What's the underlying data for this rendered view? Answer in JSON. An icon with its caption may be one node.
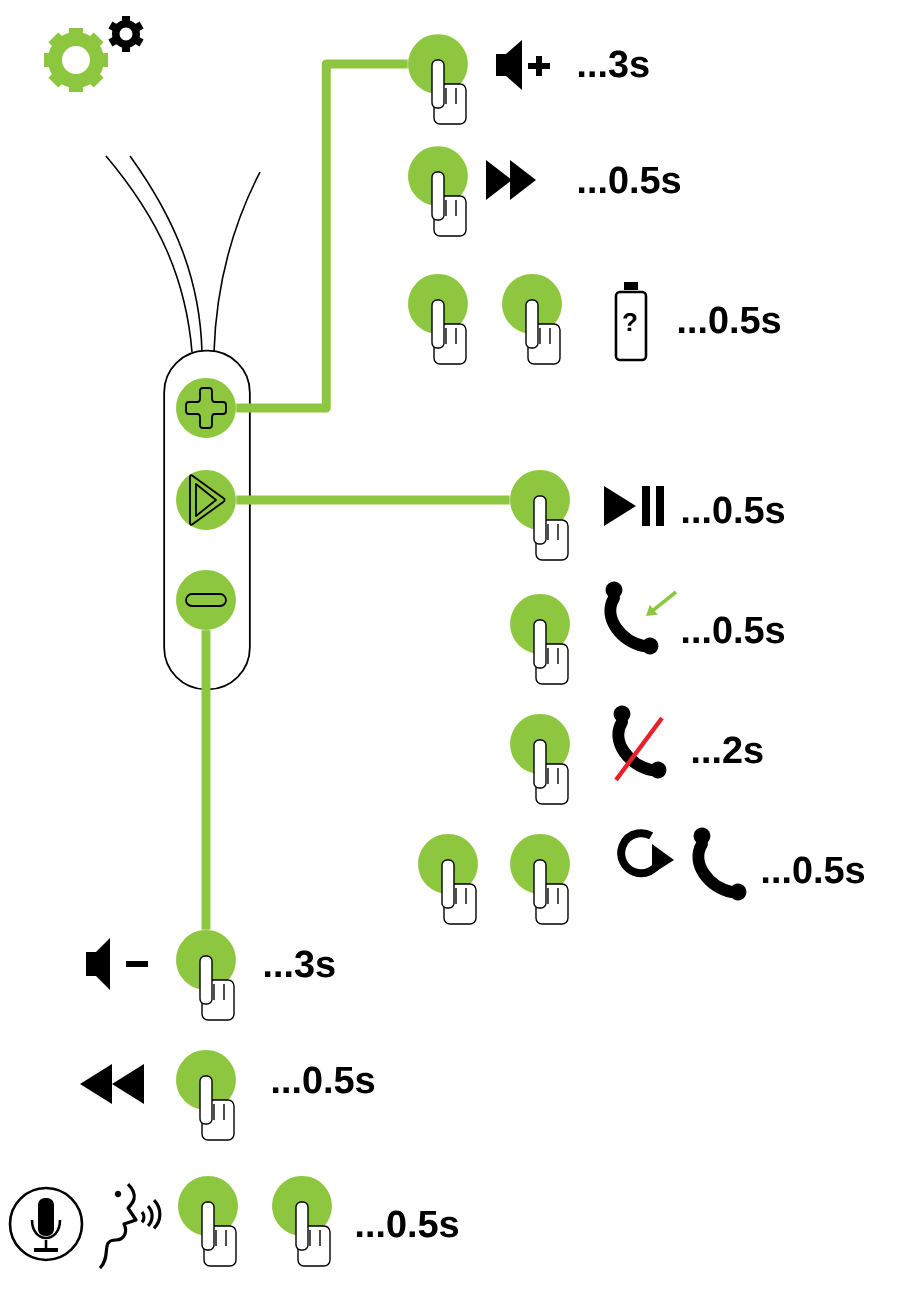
{
  "diagram": {
    "nodes": [
      {
        "text": [],
        "shape": "box"
      },
      {
        "text": [],
        "shape": "circle",
        "in": 0
      },
      {
        "text": [],
        "shape": "circle",
        "in": 0
      },
      {
        "text": [],
        "shape": "circle",
        "in": 0
      },
      {
        "text": [],
        "shape": "circle"
      },
      {
        "text": [],
        "shape": "circle"
      },
      {
        "text": [],
        "shape": "circle"
      },
      {
        "text": [],
        "shape": "circle"
      },
      {
        "text": [],
        "shape": "circle"
      },
      {
        "text": [],
        "shape": "circle"
      },
      {
        "text": [],
        "shape": "circle"
      },
      {
        "text": [],
        "shape": "circle"
      },
      {
        "text": [],
        "shape": "circle"
      },
      {
        "text": [],
        "shape": "circle"
      },
      {
        "text": [],
        "shape": "circle"
      },
      {
        "text": [],
        "shape": "circle"
      },
      {
        "text": [],
        "shape": "circle"
      }
    ],
    "edges": [
      {
        "from": 1,
        "to": 4,
        "arrow": "none"
      },
      {
        "from": 2,
        "to": 8,
        "arrow": "none"
      },
      {
        "from": 3,
        "to": 13,
        "arrow": "none"
      }
    ],
    "labels": [
      "...3s",
      "...0.5s",
      "?",
      "...0.5s",
      "...0.5s",
      "...0.5s",
      "...2s",
      "...0.5s",
      "...3s",
      "...0.5s",
      "...0.5s"
    ]
  }
}
